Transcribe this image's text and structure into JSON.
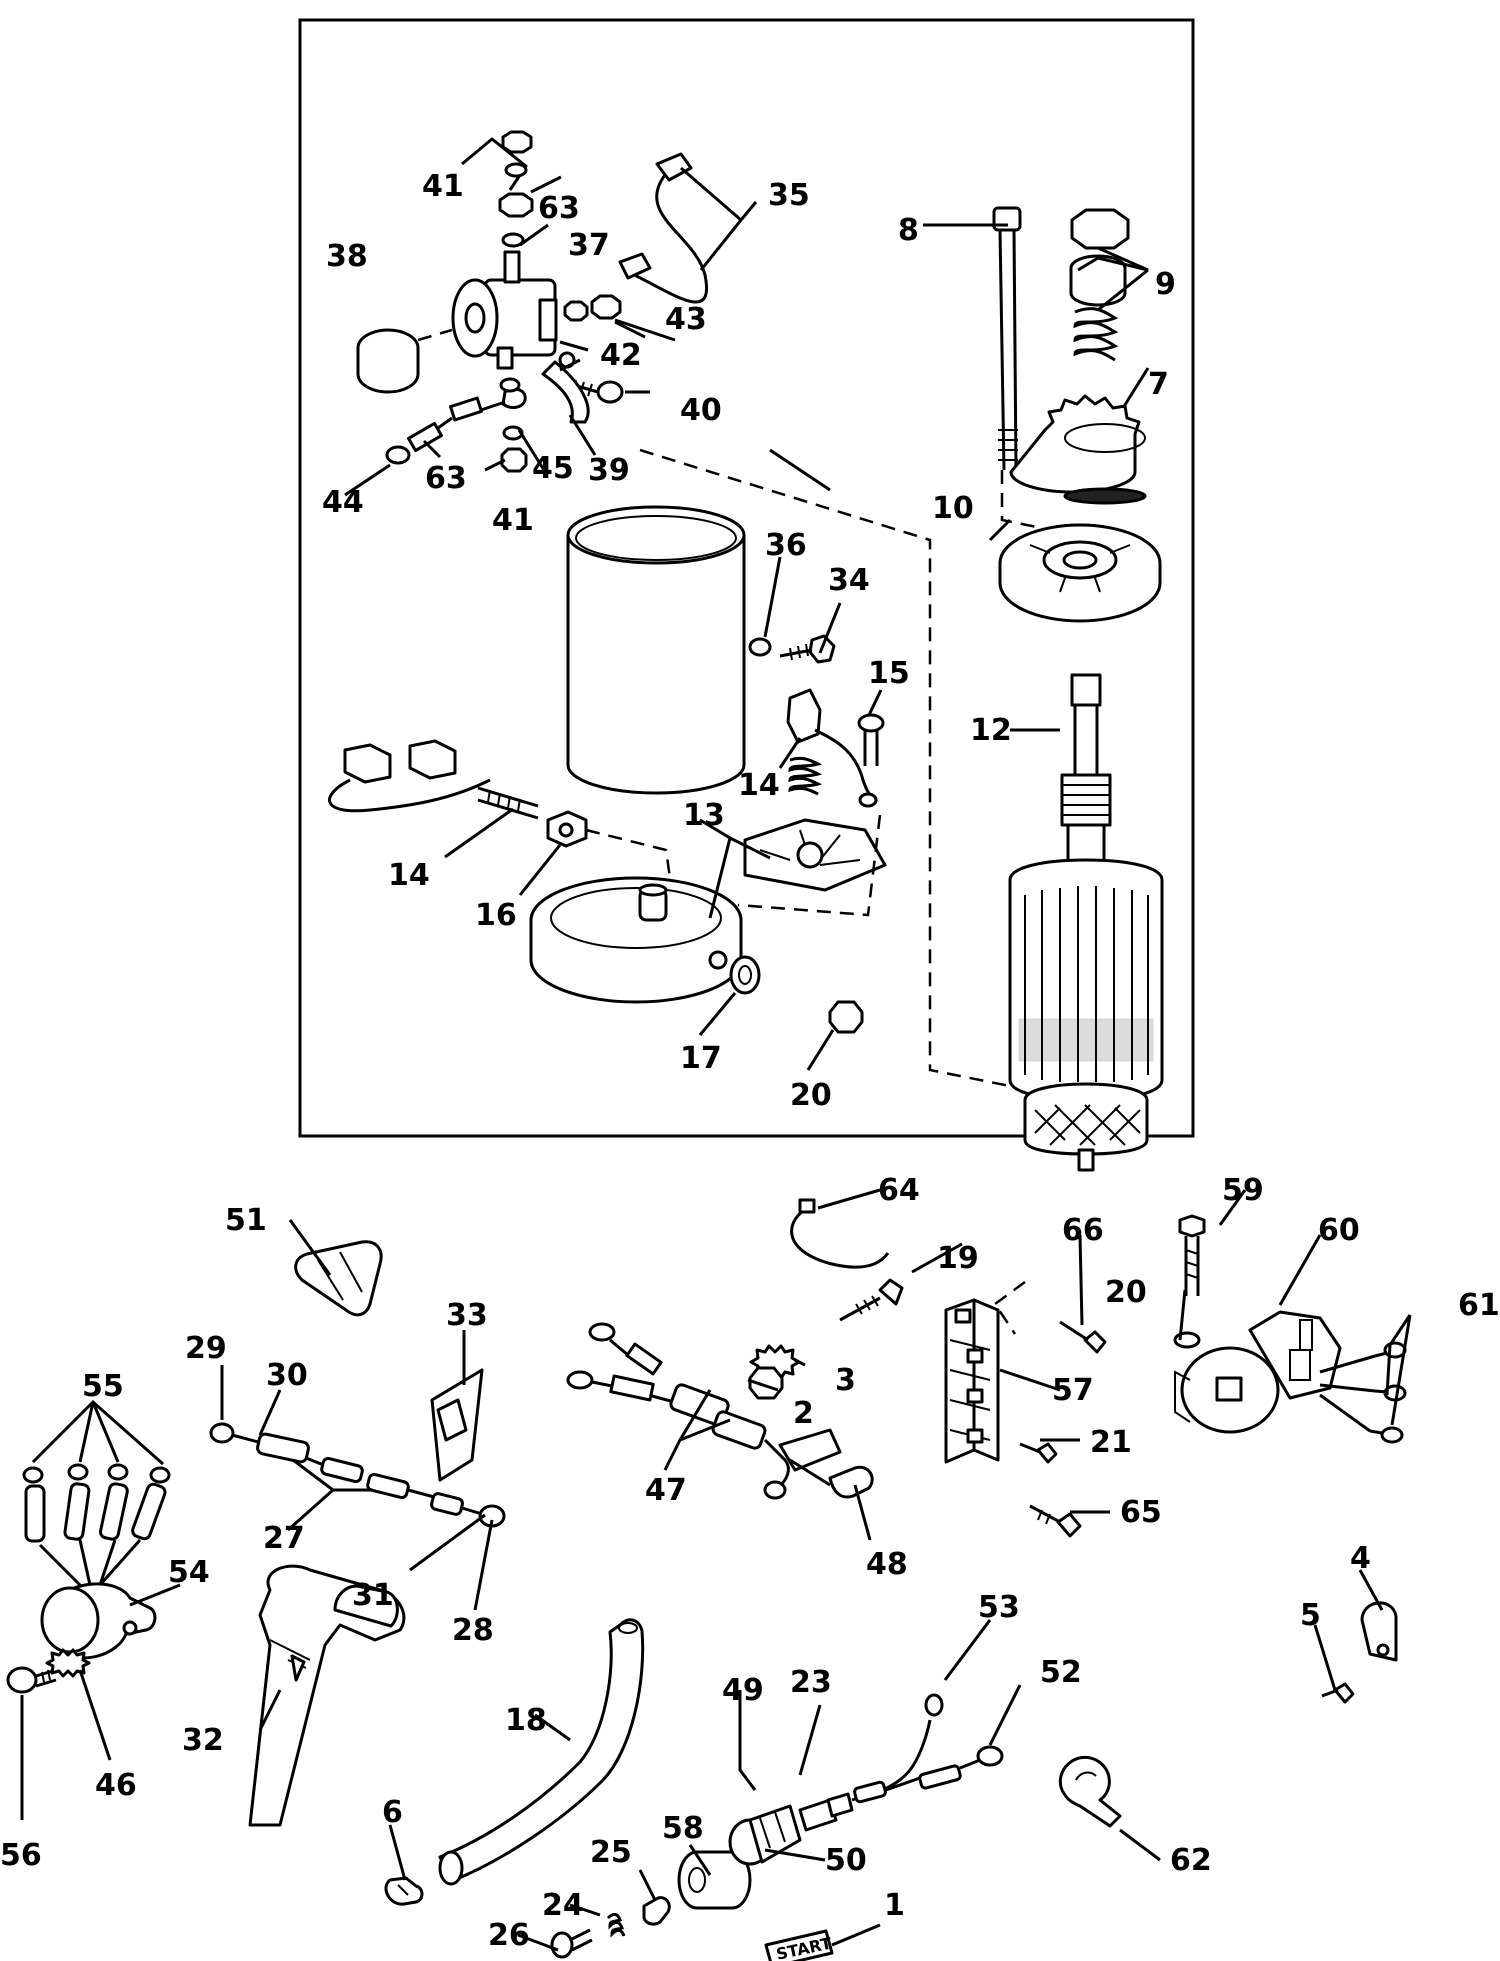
{
  "callouts": {
    "c41a": "41",
    "c63a": "63",
    "c35": "35",
    "c38": "38",
    "c37": "37",
    "c8": "8",
    "c9": "9",
    "c43": "43",
    "c42": "42",
    "c40": "40",
    "c7": "7",
    "c63b": "63",
    "c45": "45",
    "c39": "39",
    "c44": "44",
    "c41b": "41",
    "c10": "10",
    "c36": "36",
    "c34": "34",
    "c15": "15",
    "c12": "12",
    "c14a": "14",
    "c13": "13",
    "c14b": "14",
    "c16": "16",
    "c17": "17",
    "c20a": "20",
    "c64": "64",
    "c59": "59",
    "c51": "51",
    "c66": "66",
    "c60": "60",
    "c19": "19",
    "c20b": "20",
    "c61": "61",
    "c33": "33",
    "c3": "3",
    "c29": "29",
    "c30": "30",
    "c55": "55",
    "c2": "2",
    "c57": "57",
    "c21": "21",
    "c47": "47",
    "c65": "65",
    "c27": "27",
    "c48": "48",
    "c54": "54",
    "c31": "31",
    "c28": "28",
    "c4": "4",
    "c53": "53",
    "c5": "5",
    "c23": "23",
    "c52": "52",
    "c18": "18",
    "c49": "49",
    "c32": "32",
    "c6": "6",
    "c58": "58",
    "c25": "25",
    "c46": "46",
    "c50": "50",
    "c62": "62",
    "c56": "56",
    "c24": "24",
    "c26": "26",
    "c1": "1"
  },
  "start_plate_text": "START"
}
